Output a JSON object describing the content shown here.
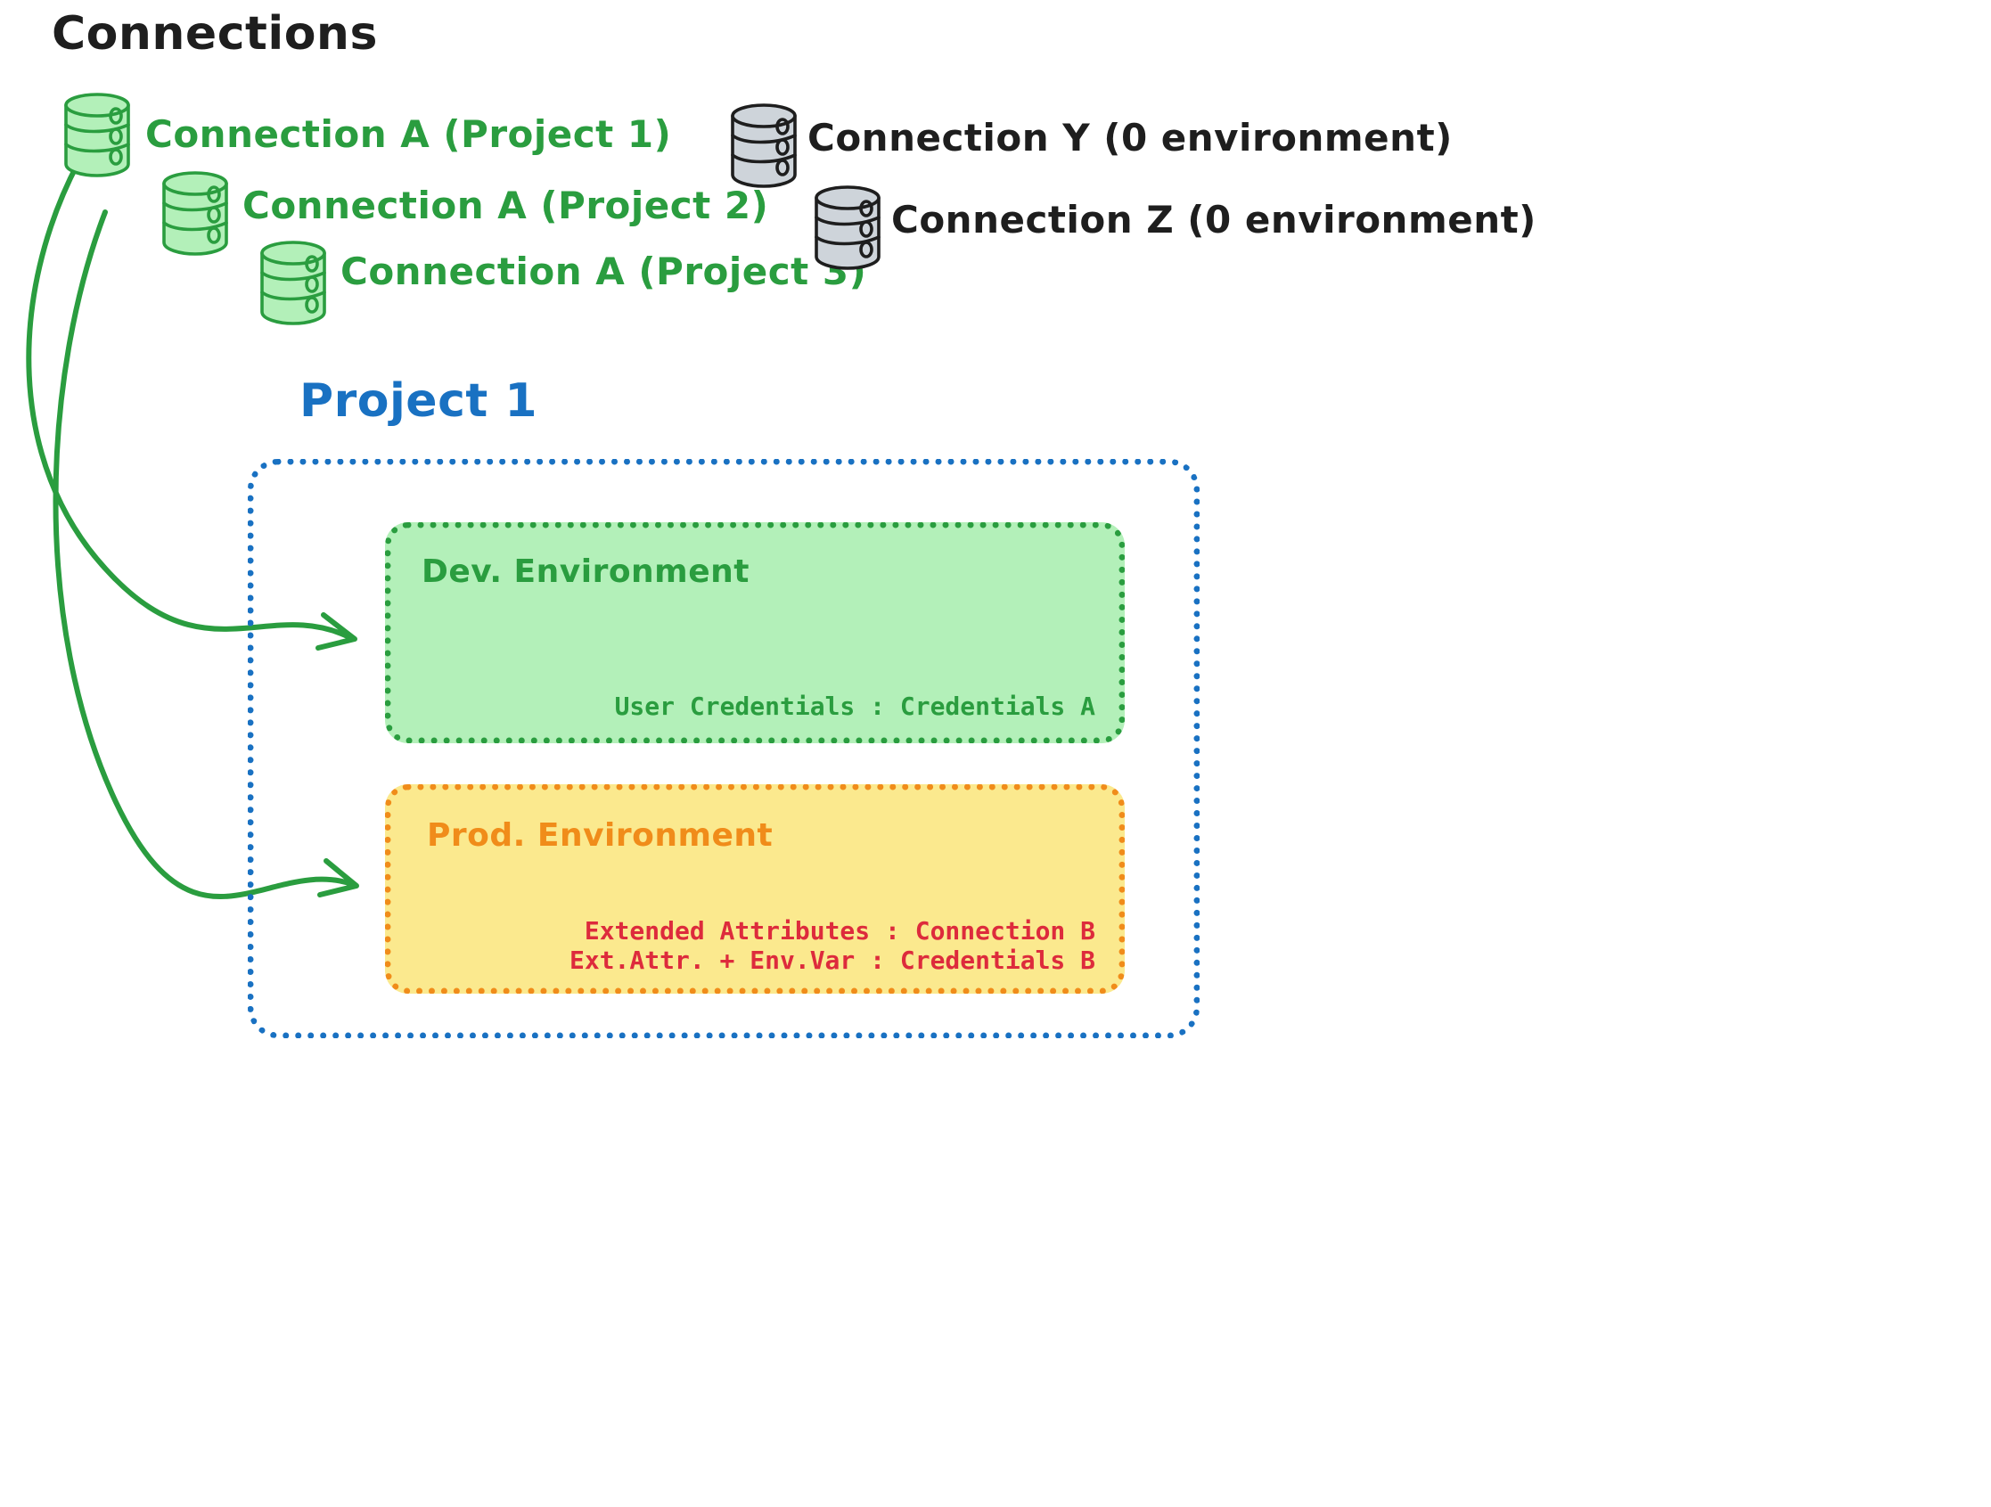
{
  "header": {
    "title": "Connections"
  },
  "colors": {
    "green_stroke": "#2a9d3f",
    "green_fill": "#b3f0b9",
    "gray_stroke": "#1e1e1e",
    "gray_fill": "#ced4da",
    "blue": "#1971c2",
    "orange": "#f08c1a",
    "orange_fill": "#fbe98e",
    "red": "#dd2b3c",
    "black": "#1e1e1e"
  },
  "connections": [
    {
      "id": "connection-a-project-1",
      "label": "Connection A (Project 1)",
      "color": "green",
      "icon": "database-cylinder-icon"
    },
    {
      "id": "connection-a-project-2",
      "label": "Connection A (Project 2)",
      "color": "green",
      "icon": "database-cylinder-icon"
    },
    {
      "id": "connection-a-project-3",
      "label": "Connection A (Project 3)",
      "color": "green",
      "icon": "database-cylinder-icon"
    },
    {
      "id": "connection-y",
      "label": "Connection Y (0 environment)",
      "color": "gray",
      "icon": "database-cylinder-icon"
    },
    {
      "id": "connection-z",
      "label": "Connection Z (0 environment)",
      "color": "gray",
      "icon": "database-cylinder-icon"
    }
  ],
  "project": {
    "title": "Project 1",
    "environments": [
      {
        "id": "dev-environment",
        "title": "Dev. Environment",
        "lines": [
          "User Credentials : Credentials A"
        ]
      },
      {
        "id": "prod-environment",
        "title": "Prod. Environment",
        "lines": [
          "Extended Attributes : Connection B",
          "Ext.Attr. + Env.Var : Credentials B"
        ]
      }
    ]
  },
  "arrows": [
    {
      "id": "arrow-connection-a-to-dev",
      "from": "connection-a-project-1",
      "to": "dev-environment"
    },
    {
      "id": "arrow-connection-a-to-prod",
      "from": "connection-a-project-1",
      "to": "prod-environment"
    }
  ]
}
